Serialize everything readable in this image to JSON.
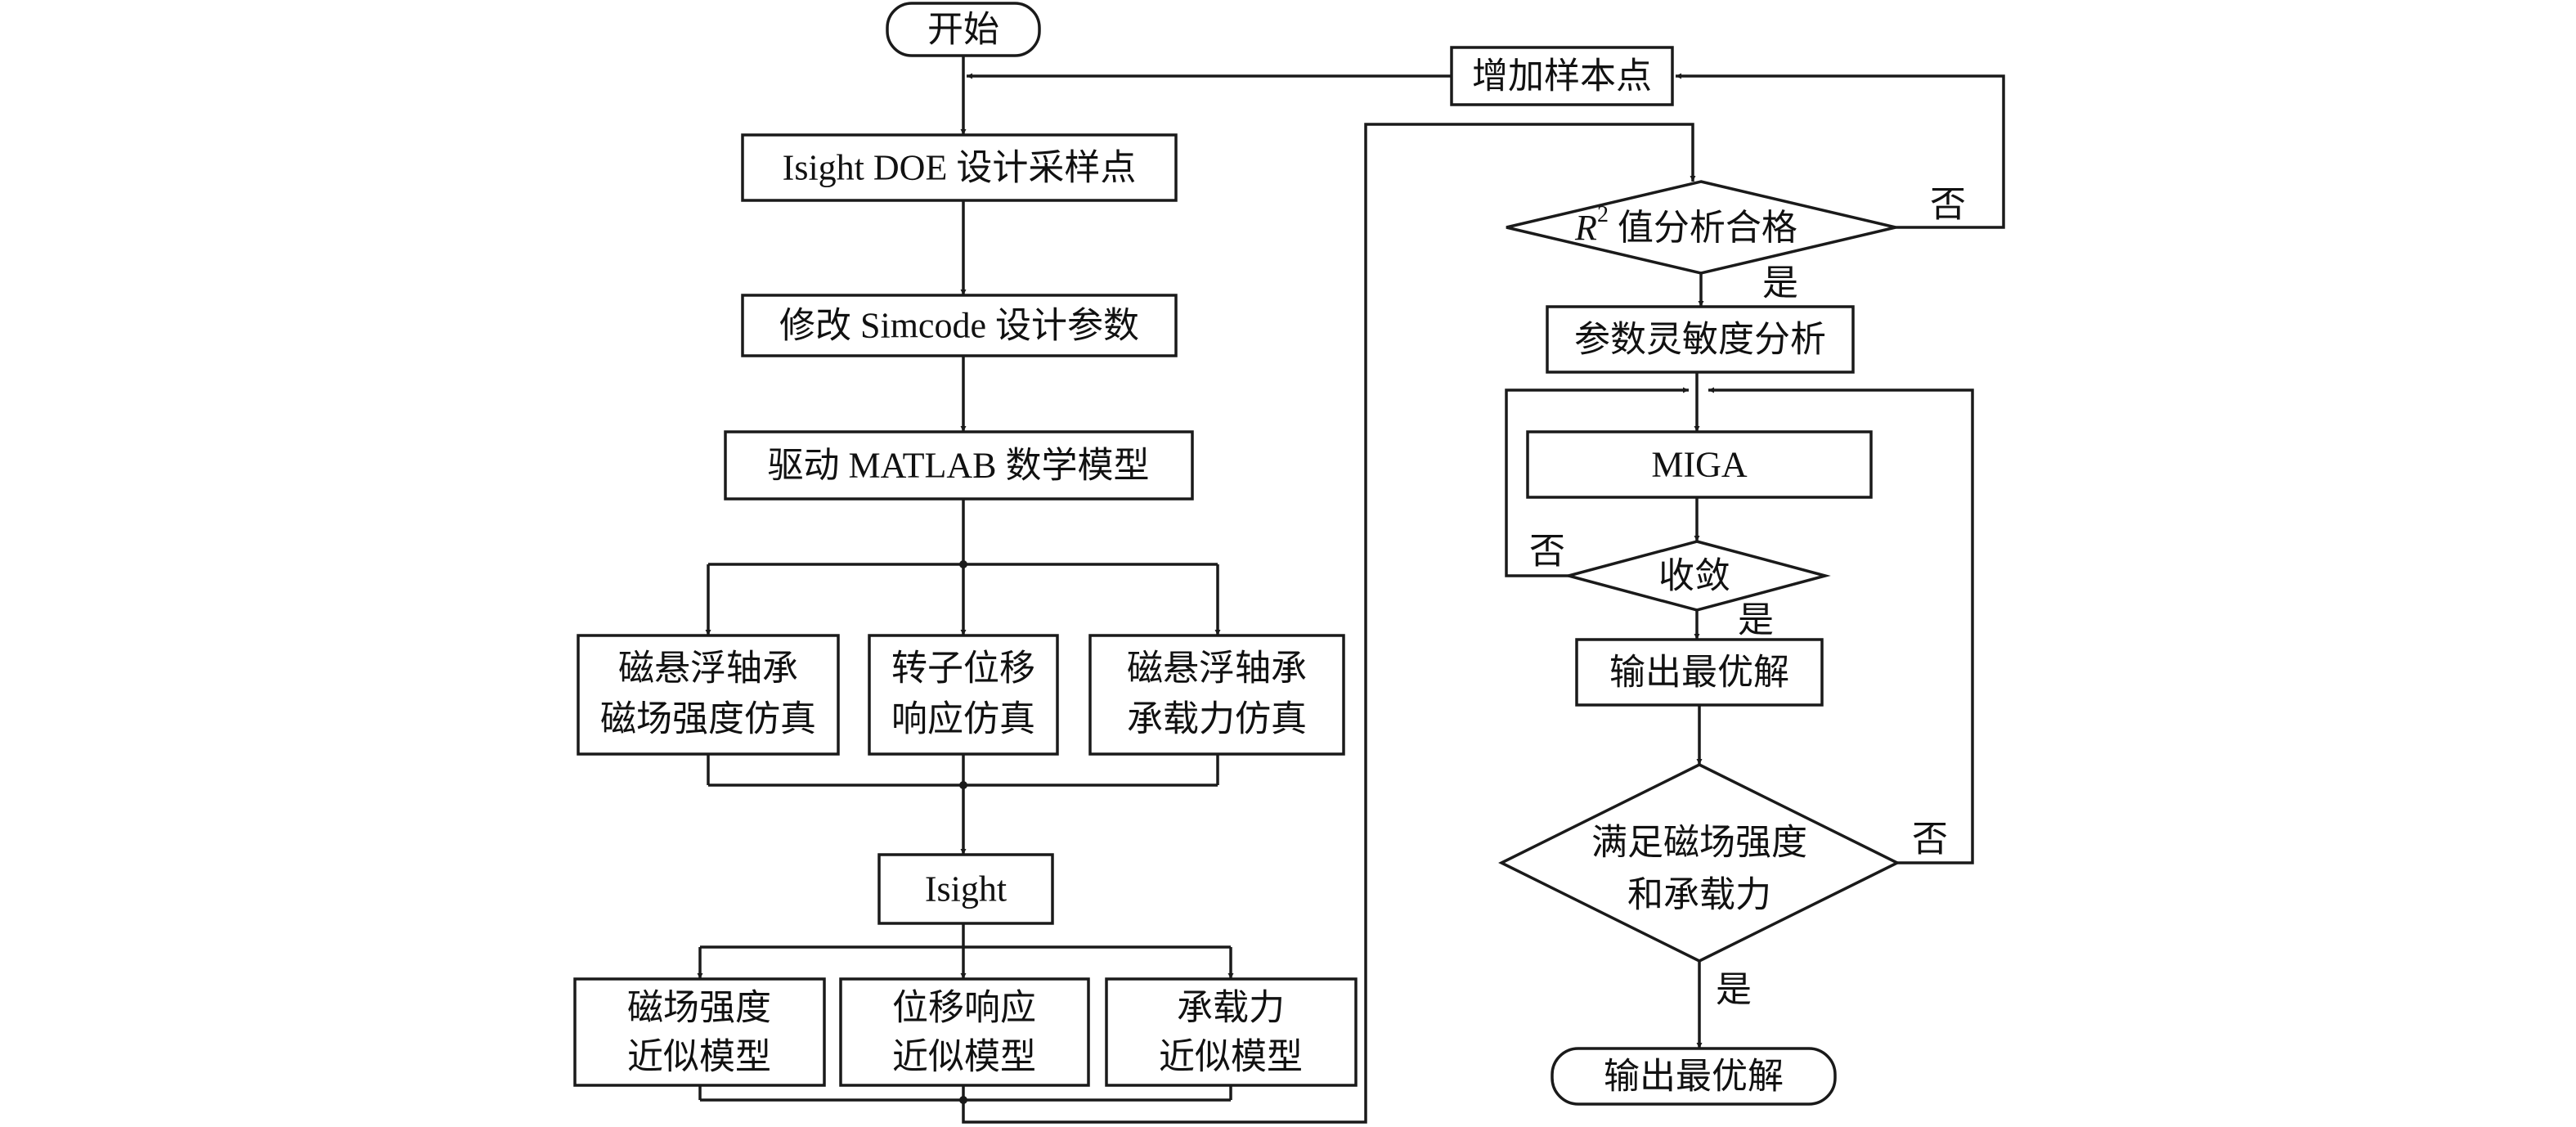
{
  "nodes": {
    "start": "开始",
    "add_samples": "增加样本点",
    "doe": "Isight DOE 设计采样点",
    "modify": "修改 Simcode 设计参数",
    "drive": "驱动 MATLAB 数学模型",
    "sim1": [
      "磁悬浮轴承",
      "磁场强度仿真"
    ],
    "sim2": [
      "转子位移",
      "响应仿真"
    ],
    "sim3": [
      "磁悬浮轴承",
      "承载力仿真"
    ],
    "isight": "Isight",
    "approx1": [
      "磁场强度",
      "近似模型"
    ],
    "approx2": [
      "位移响应",
      "近似模型"
    ],
    "approx3": [
      "承载力",
      "近似模型"
    ],
    "r2": {
      "var": "R",
      "sup": "2",
      "rest": " 值分析合格"
    },
    "sensitivity": "参数灵敏度分析",
    "miga": "MIGA",
    "converge": "收敛",
    "output1": "输出最优解",
    "satisfy": [
      "满足磁场强度",
      "和承载力"
    ],
    "output_end": "输出最优解"
  },
  "edge_labels": {
    "r2_no": "否",
    "r2_yes": "是",
    "converge_no": "否",
    "converge_yes": "是",
    "satisfy_no": "否",
    "satisfy_yes": "是"
  },
  "colors": {
    "stroke": "#1a1a1a",
    "fill": "#ffffff",
    "text": "#111111"
  }
}
